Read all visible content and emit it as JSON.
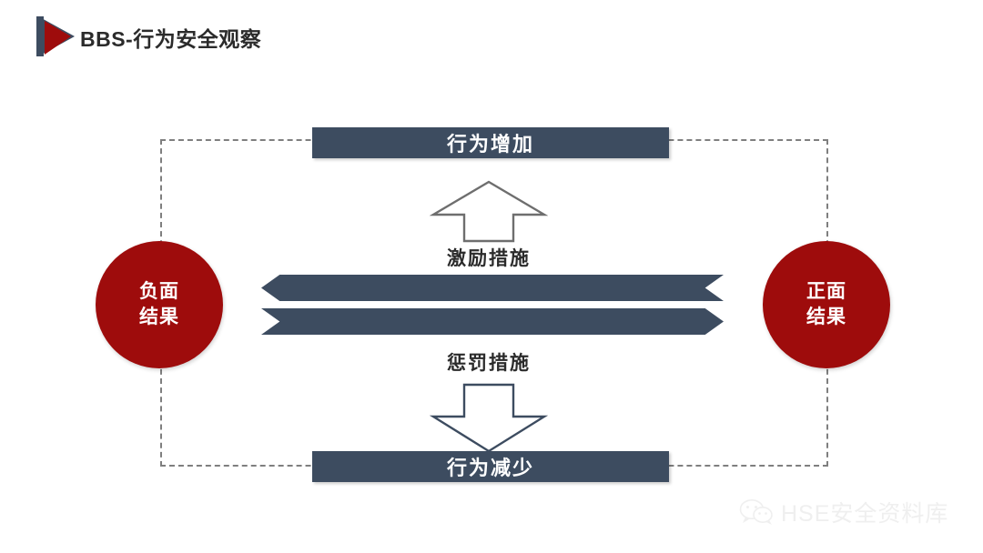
{
  "header": {
    "title": "BBS-行为安全观察",
    "logo_icon": "triangle-play-logo-icon"
  },
  "diagram": {
    "type": "behavior-feedback-loop",
    "top_bar_label": "行为增加",
    "bottom_bar_label": "行为减少",
    "left_circle_line1": "负面",
    "left_circle_line2": "结果",
    "right_circle_line1": "正面",
    "right_circle_line2": "结果",
    "incentive_label": "激励措施",
    "punishment_label": "惩罚措施",
    "up_arrow_icon": "up-block-arrow-icon",
    "down_arrow_icon": "down-block-arrow-icon",
    "left_chevron_icon": "left-chevron-arrow-icon",
    "right_chevron_icon": "right-chevron-arrow-icon",
    "dashed_frame_icon": "dashed-loop-frame-icon"
  },
  "watermark": {
    "text": "HSE安全资料库",
    "icon": "wechat-logo-icon"
  },
  "colors": {
    "bar_slate": "#3d4c60",
    "circle_red": "#9e0c0c",
    "logo_red": "#9e0c0c",
    "logo_slate": "#3d4c60",
    "dashed_gray": "#7f7f7f",
    "up_arrow_stroke": "#6e6e6e",
    "down_arrow_stroke": "#3d4c60",
    "title_text": "#2b2b2b",
    "watermark_gray": "#e3e3e3",
    "background": "#ffffff"
  }
}
